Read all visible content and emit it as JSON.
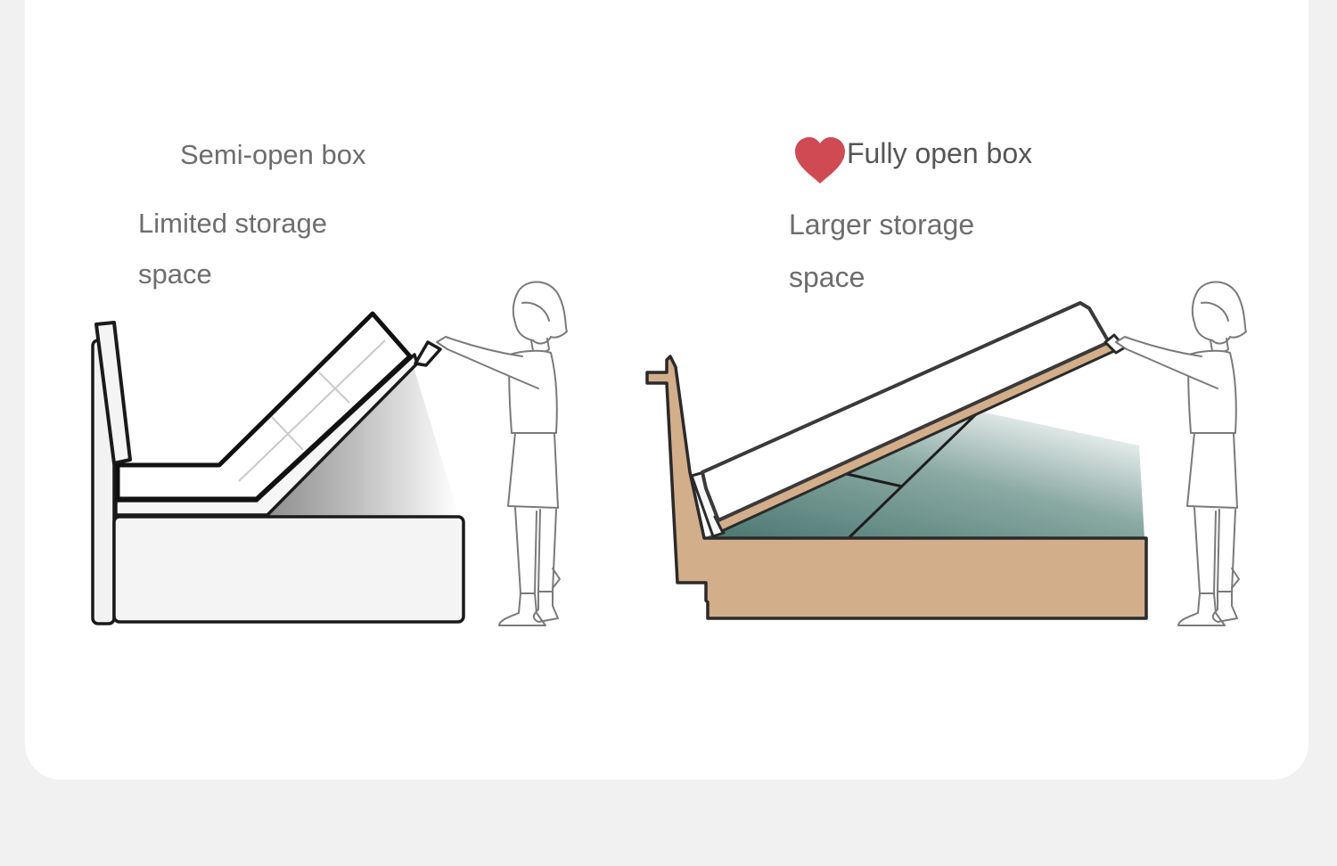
{
  "left_panel": {
    "title": "Semi-open box",
    "description": "Limited storage space"
  },
  "right_panel": {
    "title": "Fully open box",
    "description": "Larger storage space"
  },
  "colors": {
    "page_background": "#f1f1f1",
    "card_background": "#ffffff",
    "text": "#6d6d6d",
    "heart": "#cf4a52",
    "wood": "#d3ae8b",
    "storage_shadow": "#4f7a73",
    "outline": "#222222"
  },
  "icons": {
    "badge": "heart-icon"
  }
}
